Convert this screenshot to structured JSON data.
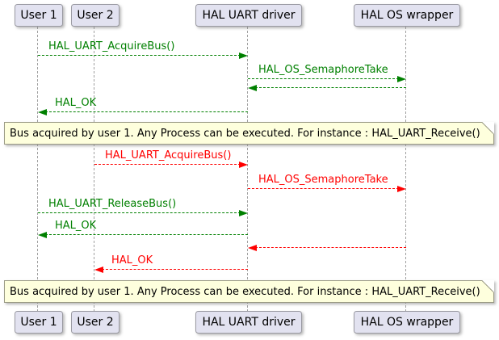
{
  "diagram": {
    "type": "uml-sequence-diagram",
    "participants": [
      {
        "id": "user1",
        "label": "User 1"
      },
      {
        "id": "user2",
        "label": "User 2"
      },
      {
        "id": "uart",
        "label": "HAL UART driver"
      },
      {
        "id": "os",
        "label": "HAL OS wrapper"
      }
    ],
    "messages": [
      {
        "from": "user1",
        "to": "uart",
        "label": "HAL_UART_AcquireBus()",
        "color": "green"
      },
      {
        "from": "uart",
        "to": "os",
        "label": "HAL_OS_SemaphoreTake",
        "color": "green"
      },
      {
        "from": "os",
        "to": "uart",
        "label": "",
        "color": "green"
      },
      {
        "from": "uart",
        "to": "user1",
        "label": "HAL_OK",
        "color": "green"
      },
      {
        "from": "user2",
        "to": "uart",
        "label": "HAL_UART_AcquireBus()",
        "color": "red"
      },
      {
        "from": "uart",
        "to": "os",
        "label": "HAL_OS_SemaphoreTake",
        "color": "red"
      },
      {
        "from": "user1",
        "to": "uart",
        "label": "HAL_UART_ReleaseBus()",
        "color": "green"
      },
      {
        "from": "uart",
        "to": "user1",
        "label": "HAL_OK",
        "color": "green"
      },
      {
        "from": "os",
        "to": "uart",
        "label": "",
        "color": "red"
      },
      {
        "from": "uart",
        "to": "user2",
        "label": "HAL_OK",
        "color": "red"
      }
    ],
    "notes": [
      {
        "text": "Bus acquired by user 1. Any Process can be executed. For instance : HAL_UART_Receive()"
      },
      {
        "text": "Bus acquired by user 1. Any Process can be executed. For instance : HAL_UART_Receive()"
      }
    ],
    "colors": {
      "green": "#008000",
      "red": "#ff0000",
      "participant_fill": "#e2e2f0",
      "participant_border": "#9a9aa2",
      "note_fill": "#feffdd",
      "note_border": "#9b9b86",
      "lifeline": "#a0a0a0",
      "text": "#000000",
      "background": "#ffffff"
    }
  }
}
